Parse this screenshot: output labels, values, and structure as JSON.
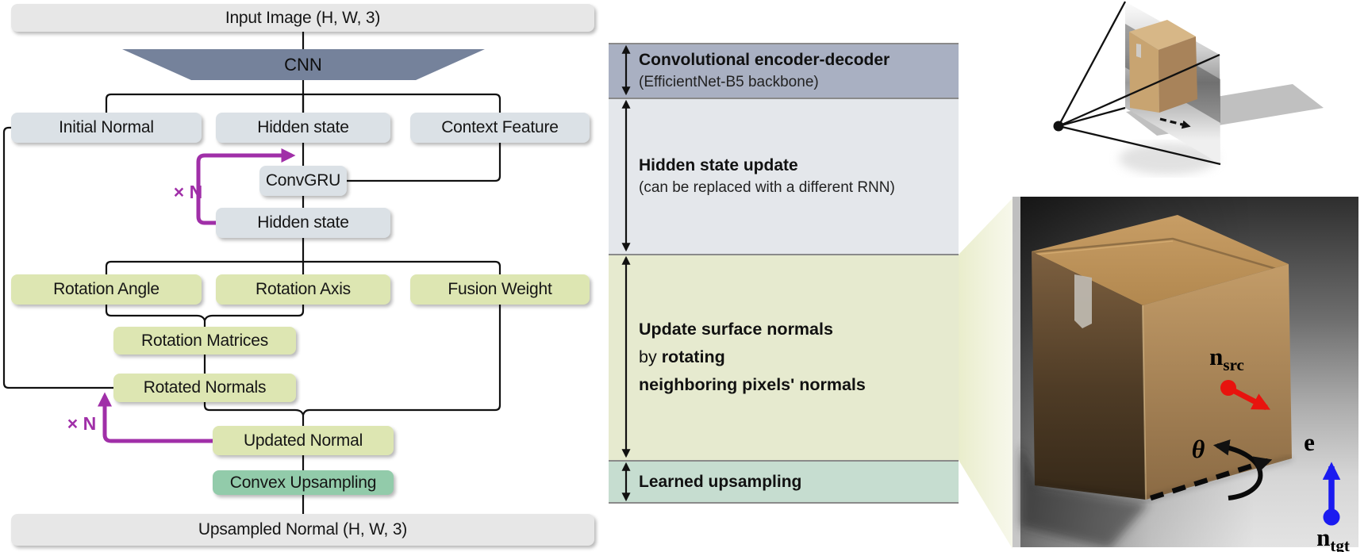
{
  "colors": {
    "accent_purple": "#a02fa8",
    "box_gray": "#e7e7e7",
    "box_bluegray": "#dbe1e6",
    "box_green": "#dde6b2",
    "box_teal": "#92cbaa",
    "cnn_trapezoid": "#75829b",
    "panel_encoder": "#a9b0c2",
    "panel_hidden": "#e4e7eb",
    "panel_update": "#e6eacf",
    "panel_upsample": "#c6ddd0",
    "arrow_red": "#e8130e",
    "arrow_blue": "#1b1bf0",
    "line_black": "#111111"
  },
  "flowchart": {
    "input_image": "Input Image (H, W, 3)",
    "cnn": "CNN",
    "initial_normal": "Initial Normal",
    "hidden_state_top": "Hidden state",
    "context_feature": "Context Feature",
    "convgru": "ConvGRU",
    "hidden_state_bottom": "Hidden state",
    "rotation_angle": "Rotation Angle",
    "rotation_axis": "Rotation Axis",
    "fusion_weight": "Fusion Weight",
    "rotation_matrices": "Rotation Matrices",
    "rotated_normals": "Rotated Normals",
    "updated_normal": "Updated Normal",
    "convex_upsampling": "Convex Upsampling",
    "upsampled_normal": "Upsampled Normal (H, W, 3)",
    "loop_label_top": "× N",
    "loop_label_bottom": "× N"
  },
  "panels": {
    "encoder": {
      "title": "Convolutional encoder-decoder",
      "subtitle": "(EfficientNet-B5 backbone)"
    },
    "hidden": {
      "title": "Hidden state update",
      "subtitle": "(can be replaced with a different RNN)"
    },
    "update": {
      "line1": "Update surface normals",
      "line2_prefix": "by ",
      "line2_bold": "rotating",
      "line3": "neighboring pixels' normals"
    },
    "upsampling": {
      "title": "Learned upsampling"
    }
  },
  "figure_labels": {
    "n_src_base": "n",
    "n_src_sub": "src",
    "theta": "θ",
    "edge": "e",
    "n_tgt_base": "n",
    "n_tgt_sub": "tgt"
  }
}
